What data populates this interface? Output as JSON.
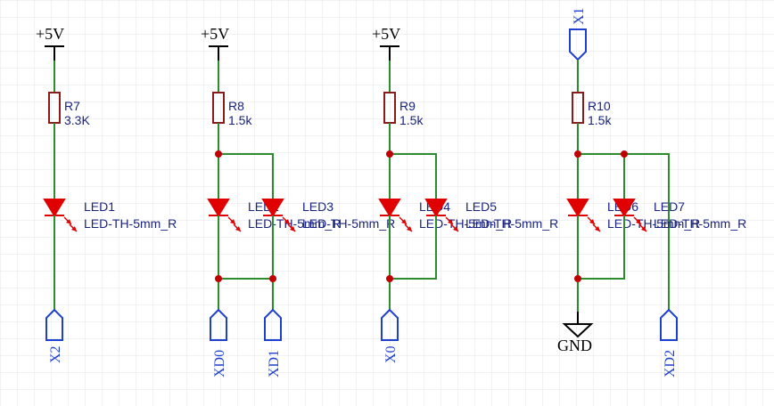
{
  "power": {
    "vcc_label": "+5V",
    "gnd_label": "GND"
  },
  "resistors": [
    {
      "ref": "R7",
      "value": "3.3K"
    },
    {
      "ref": "R8",
      "value": "1.5k"
    },
    {
      "ref": "R9",
      "value": "1.5k"
    },
    {
      "ref": "R10",
      "value": "1.5k"
    }
  ],
  "leds": [
    {
      "ref": "LED1",
      "part": "LED-TH-5mm_R"
    },
    {
      "ref": "LED2",
      "part": "LED-TH-5mm_R"
    },
    {
      "ref": "LED3",
      "part": "LED-TH-5mm_R"
    },
    {
      "ref": "LED4",
      "part": "LED-TH-5mm_R"
    },
    {
      "ref": "LED5",
      "part": "LED-TH-5mm_R"
    },
    {
      "ref": "LED6",
      "part": "LED-TH-5mm_R"
    },
    {
      "ref": "LED7",
      "part": "LED-TH-5mm_R"
    }
  ],
  "ports": [
    "X2",
    "XD0",
    "XD1",
    "X0",
    "X1",
    "XD2"
  ],
  "colors": {
    "wire": "#2e8b2e",
    "resistor": "#8b1a1a",
    "led": "#e00000",
    "port": "#1f3fd0",
    "junction": "#c00000",
    "label": "#1a237e",
    "grid": "#e6e6e6"
  }
}
